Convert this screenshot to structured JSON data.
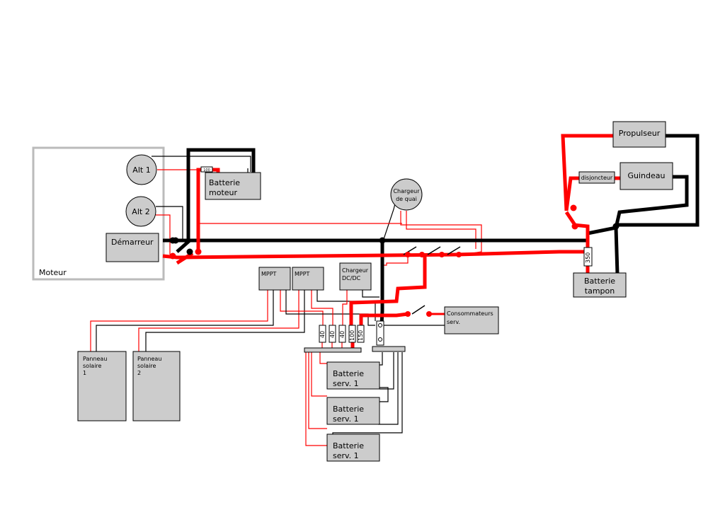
{
  "labels": {
    "moteur": "Moteur",
    "alt1": "Alt 1",
    "alt2": "Alt 2",
    "demarreur": "Démarreur",
    "batterie_moteur_1": "Batterie",
    "batterie_moteur_2": "moteur",
    "chargeur_quai_1": "Chargeur",
    "chargeur_quai_2": "de quai",
    "mppt1": "MPPT",
    "mppt2": "MPPT",
    "chargeur_dcdc_1": "Chargeur",
    "chargeur_dcdc_2": "DC/DC",
    "panneau1_1": "Panneau",
    "panneau1_2": "solaire",
    "panneau1_3": "1",
    "panneau2_1": "Panneau",
    "panneau2_2": "solaire",
    "panneau2_3": "2",
    "consommateurs_1": "Consommateurs",
    "consommateurs_2": "serv.",
    "batt_serv_a_1": "Batterie",
    "batt_serv_a_2": "serv. 1",
    "batt_serv_b_1": "Batterie",
    "batt_serv_b_2": "serv. 1",
    "batt_serv_c_1": "Batterie",
    "batt_serv_c_2": "serv. 1",
    "propulseur": "Propulseur",
    "guindeau": "Guindeau",
    "disjoncteur": "disjoncteur",
    "batterie_tampon_1": "Batterie",
    "batterie_tampon_2": "tampon",
    "fuse_alt": "100",
    "fuse_350": "350",
    "fuse_40a": "40",
    "fuse_40b": "40",
    "fuse_40c": "40",
    "fuse_100": "100",
    "fuse_150": "150"
  }
}
